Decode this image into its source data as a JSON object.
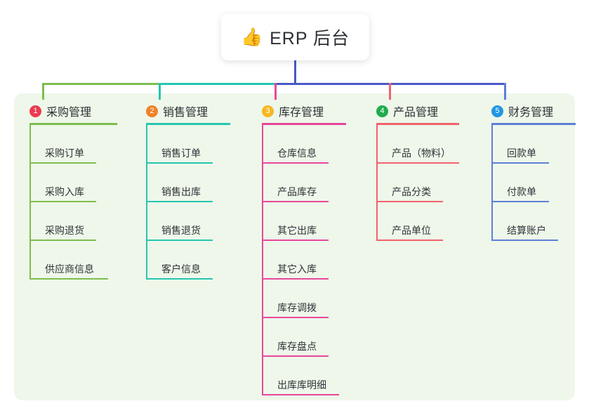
{
  "root": {
    "icon": "thumbs-up-icon",
    "emoji": "👍",
    "title": "ERP 后台"
  },
  "theme": {
    "panel_bg": "#eef7ea",
    "page_bg": "#ffffff",
    "root_text": "#2b2f33",
    "center_connector": "#4a58c4"
  },
  "columns": [
    {
      "index": "1",
      "badge_label": "①",
      "badge_number": "1",
      "badge_color": "#ea3b52",
      "line_color": "#7ebd4e",
      "title": "采购管理",
      "head_rule_width": 125,
      "items": [
        {
          "label": "采购订单",
          "rule_width": 95
        },
        {
          "label": "采购入库",
          "rule_width": 95
        },
        {
          "label": "采购退货",
          "rule_width": 95
        },
        {
          "label": "供应商信息",
          "rule_width": 112
        }
      ]
    },
    {
      "index": "2",
      "badge_label": "②",
      "badge_number": "2",
      "badge_color": "#f08227",
      "line_color": "#26c6b0",
      "title": "销售管理",
      "head_rule_width": 120,
      "items": [
        {
          "label": "销售订单",
          "rule_width": 95
        },
        {
          "label": "销售出库",
          "rule_width": 95
        },
        {
          "label": "销售退货",
          "rule_width": 95
        },
        {
          "label": "客户信息",
          "rule_width": 95
        }
      ]
    },
    {
      "index": "3",
      "badge_label": "③",
      "badge_number": "3",
      "badge_color": "#f5b824",
      "line_color": "#e8479b",
      "title": "库存管理",
      "head_rule_width": 120,
      "items": [
        {
          "label": "仓库信息",
          "rule_width": 95
        },
        {
          "label": "产品库存",
          "rule_width": 95
        },
        {
          "label": "其它出库",
          "rule_width": 95
        },
        {
          "label": "其它入库",
          "rule_width": 95
        },
        {
          "label": "库存调拨",
          "rule_width": 95
        },
        {
          "label": "库存盘点",
          "rule_width": 95
        },
        {
          "label": "出库库明细",
          "rule_width": 110
        }
      ]
    },
    {
      "index": "4",
      "badge_label": "④",
      "badge_number": "4",
      "badge_color": "#21ab4e",
      "line_color": "#f2626b",
      "title": "产品管理",
      "head_rule_width": 118,
      "items": [
        {
          "label": "产品（物料）",
          "rule_width": 118
        },
        {
          "label": "产品分类",
          "rule_width": 95
        },
        {
          "label": "产品单位",
          "rule_width": 95
        }
      ]
    },
    {
      "index": "5",
      "badge_label": "⑤",
      "badge_number": "5",
      "badge_color": "#2196e3",
      "line_color": "#5d7fd6",
      "title": "财务管理",
      "head_rule_width": 120,
      "items": [
        {
          "label": "回款单",
          "rule_width": 82
        },
        {
          "label": "付款单",
          "rule_width": 82
        },
        {
          "label": "结算账户",
          "rule_width": 95
        }
      ]
    }
  ]
}
